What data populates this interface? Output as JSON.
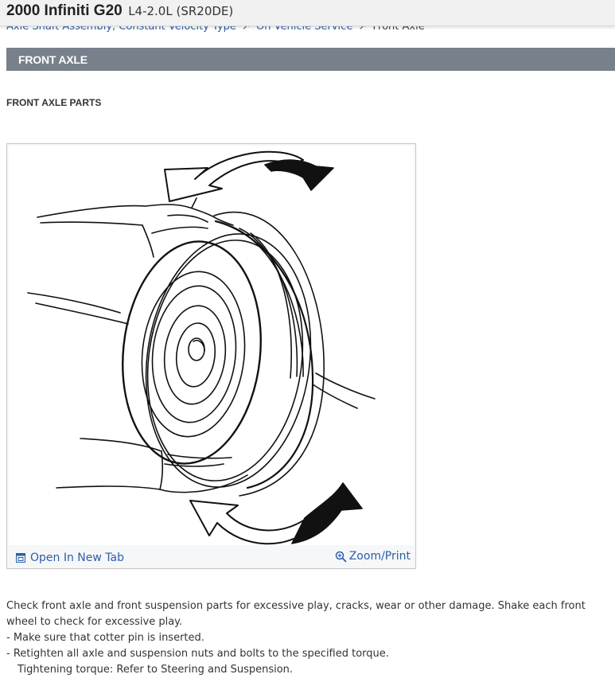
{
  "header": {
    "vehicle": "2000 Infiniti G20",
    "engine": "L4-2.0L (SR20DE)"
  },
  "breadcrumb": {
    "items": [
      "Axle Shaft Assembly, Constant Velocity Type",
      "On Vehicle Service"
    ],
    "separator": "↗",
    "current": "Front Axle"
  },
  "section": {
    "title": "FRONT AXLE"
  },
  "subsection": {
    "title": "FRONT AXLE PARTS"
  },
  "figure": {
    "open_tab_label": "Open In New Tab",
    "zoom_label": "Zoom/Print"
  },
  "instructions": {
    "intro": "Check front axle and front suspension parts for excessive play, cracks, wear or other damage. Shake each front wheel to check for excessive play.",
    "steps": [
      "-  Make sure that cotter pin is inserted.",
      "-  Retighten all axle and suspension nuts and bolts to the specified torque."
    ],
    "torque": "Tightening torque: Refer to Steering and Suspension."
  },
  "colors": {
    "link": "#2d5fa6",
    "section_bar": "#77808b",
    "header_bg": "#f1f1f1"
  }
}
